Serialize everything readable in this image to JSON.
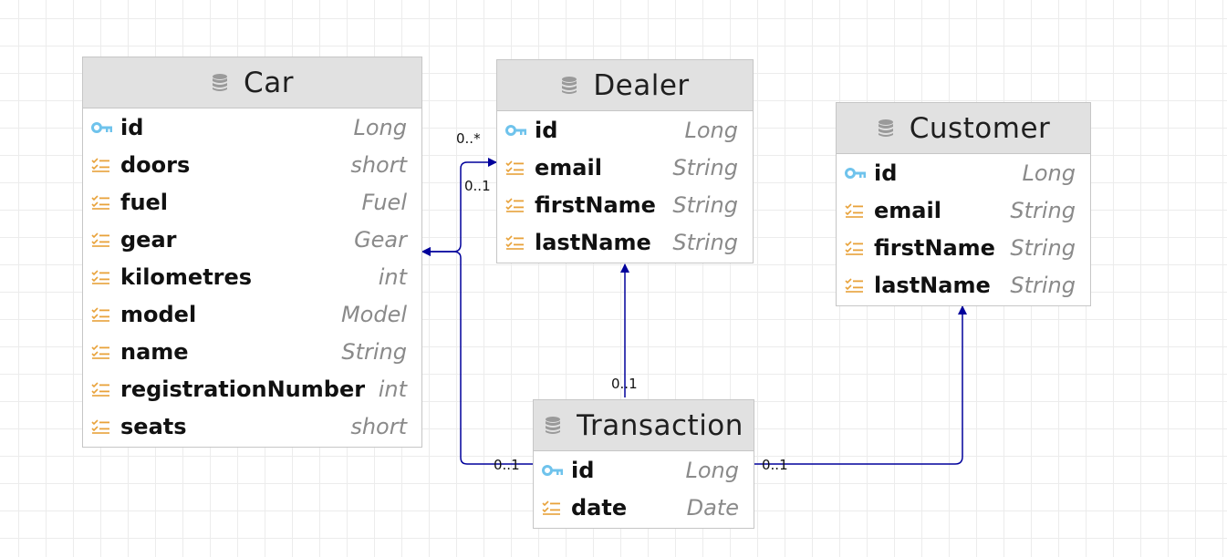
{
  "entities": {
    "car": {
      "title": "Car",
      "fields": [
        {
          "name": "id",
          "type": "Long",
          "key": true
        },
        {
          "name": "doors",
          "type": "short"
        },
        {
          "name": "fuel",
          "type": "Fuel"
        },
        {
          "name": "gear",
          "type": "Gear"
        },
        {
          "name": "kilometres",
          "type": "int"
        },
        {
          "name": "model",
          "type": "Model"
        },
        {
          "name": "name",
          "type": "String"
        },
        {
          "name": "registrationNumber",
          "type": "int"
        },
        {
          "name": "seats",
          "type": "short"
        }
      ]
    },
    "dealer": {
      "title": "Dealer",
      "fields": [
        {
          "name": "id",
          "type": "Long",
          "key": true
        },
        {
          "name": "email",
          "type": "String"
        },
        {
          "name": "firstName",
          "type": "String"
        },
        {
          "name": "lastName",
          "type": "String"
        }
      ]
    },
    "customer": {
      "title": "Customer",
      "fields": [
        {
          "name": "id",
          "type": "Long",
          "key": true
        },
        {
          "name": "email",
          "type": "String"
        },
        {
          "name": "firstName",
          "type": "String"
        },
        {
          "name": "lastName",
          "type": "String"
        }
      ]
    },
    "transaction": {
      "title": "Transaction",
      "fields": [
        {
          "name": "id",
          "type": "Long",
          "key": true
        },
        {
          "name": "date",
          "type": "Date"
        }
      ]
    }
  },
  "relationships": {
    "car_dealer": {
      "near_car": "0..1",
      "near_dealer": "0..*"
    },
    "transaction_dealer": {
      "near_transaction": "0..1"
    },
    "transaction_car": {
      "near_transaction": "0..1"
    },
    "transaction_customer": {
      "near_transaction": "0..1"
    }
  },
  "colors": {
    "connector": "#00009b",
    "key_icon": "#6fc3ec",
    "field_icon": "#e8a23a",
    "db_icon": "#9a9a9a"
  }
}
